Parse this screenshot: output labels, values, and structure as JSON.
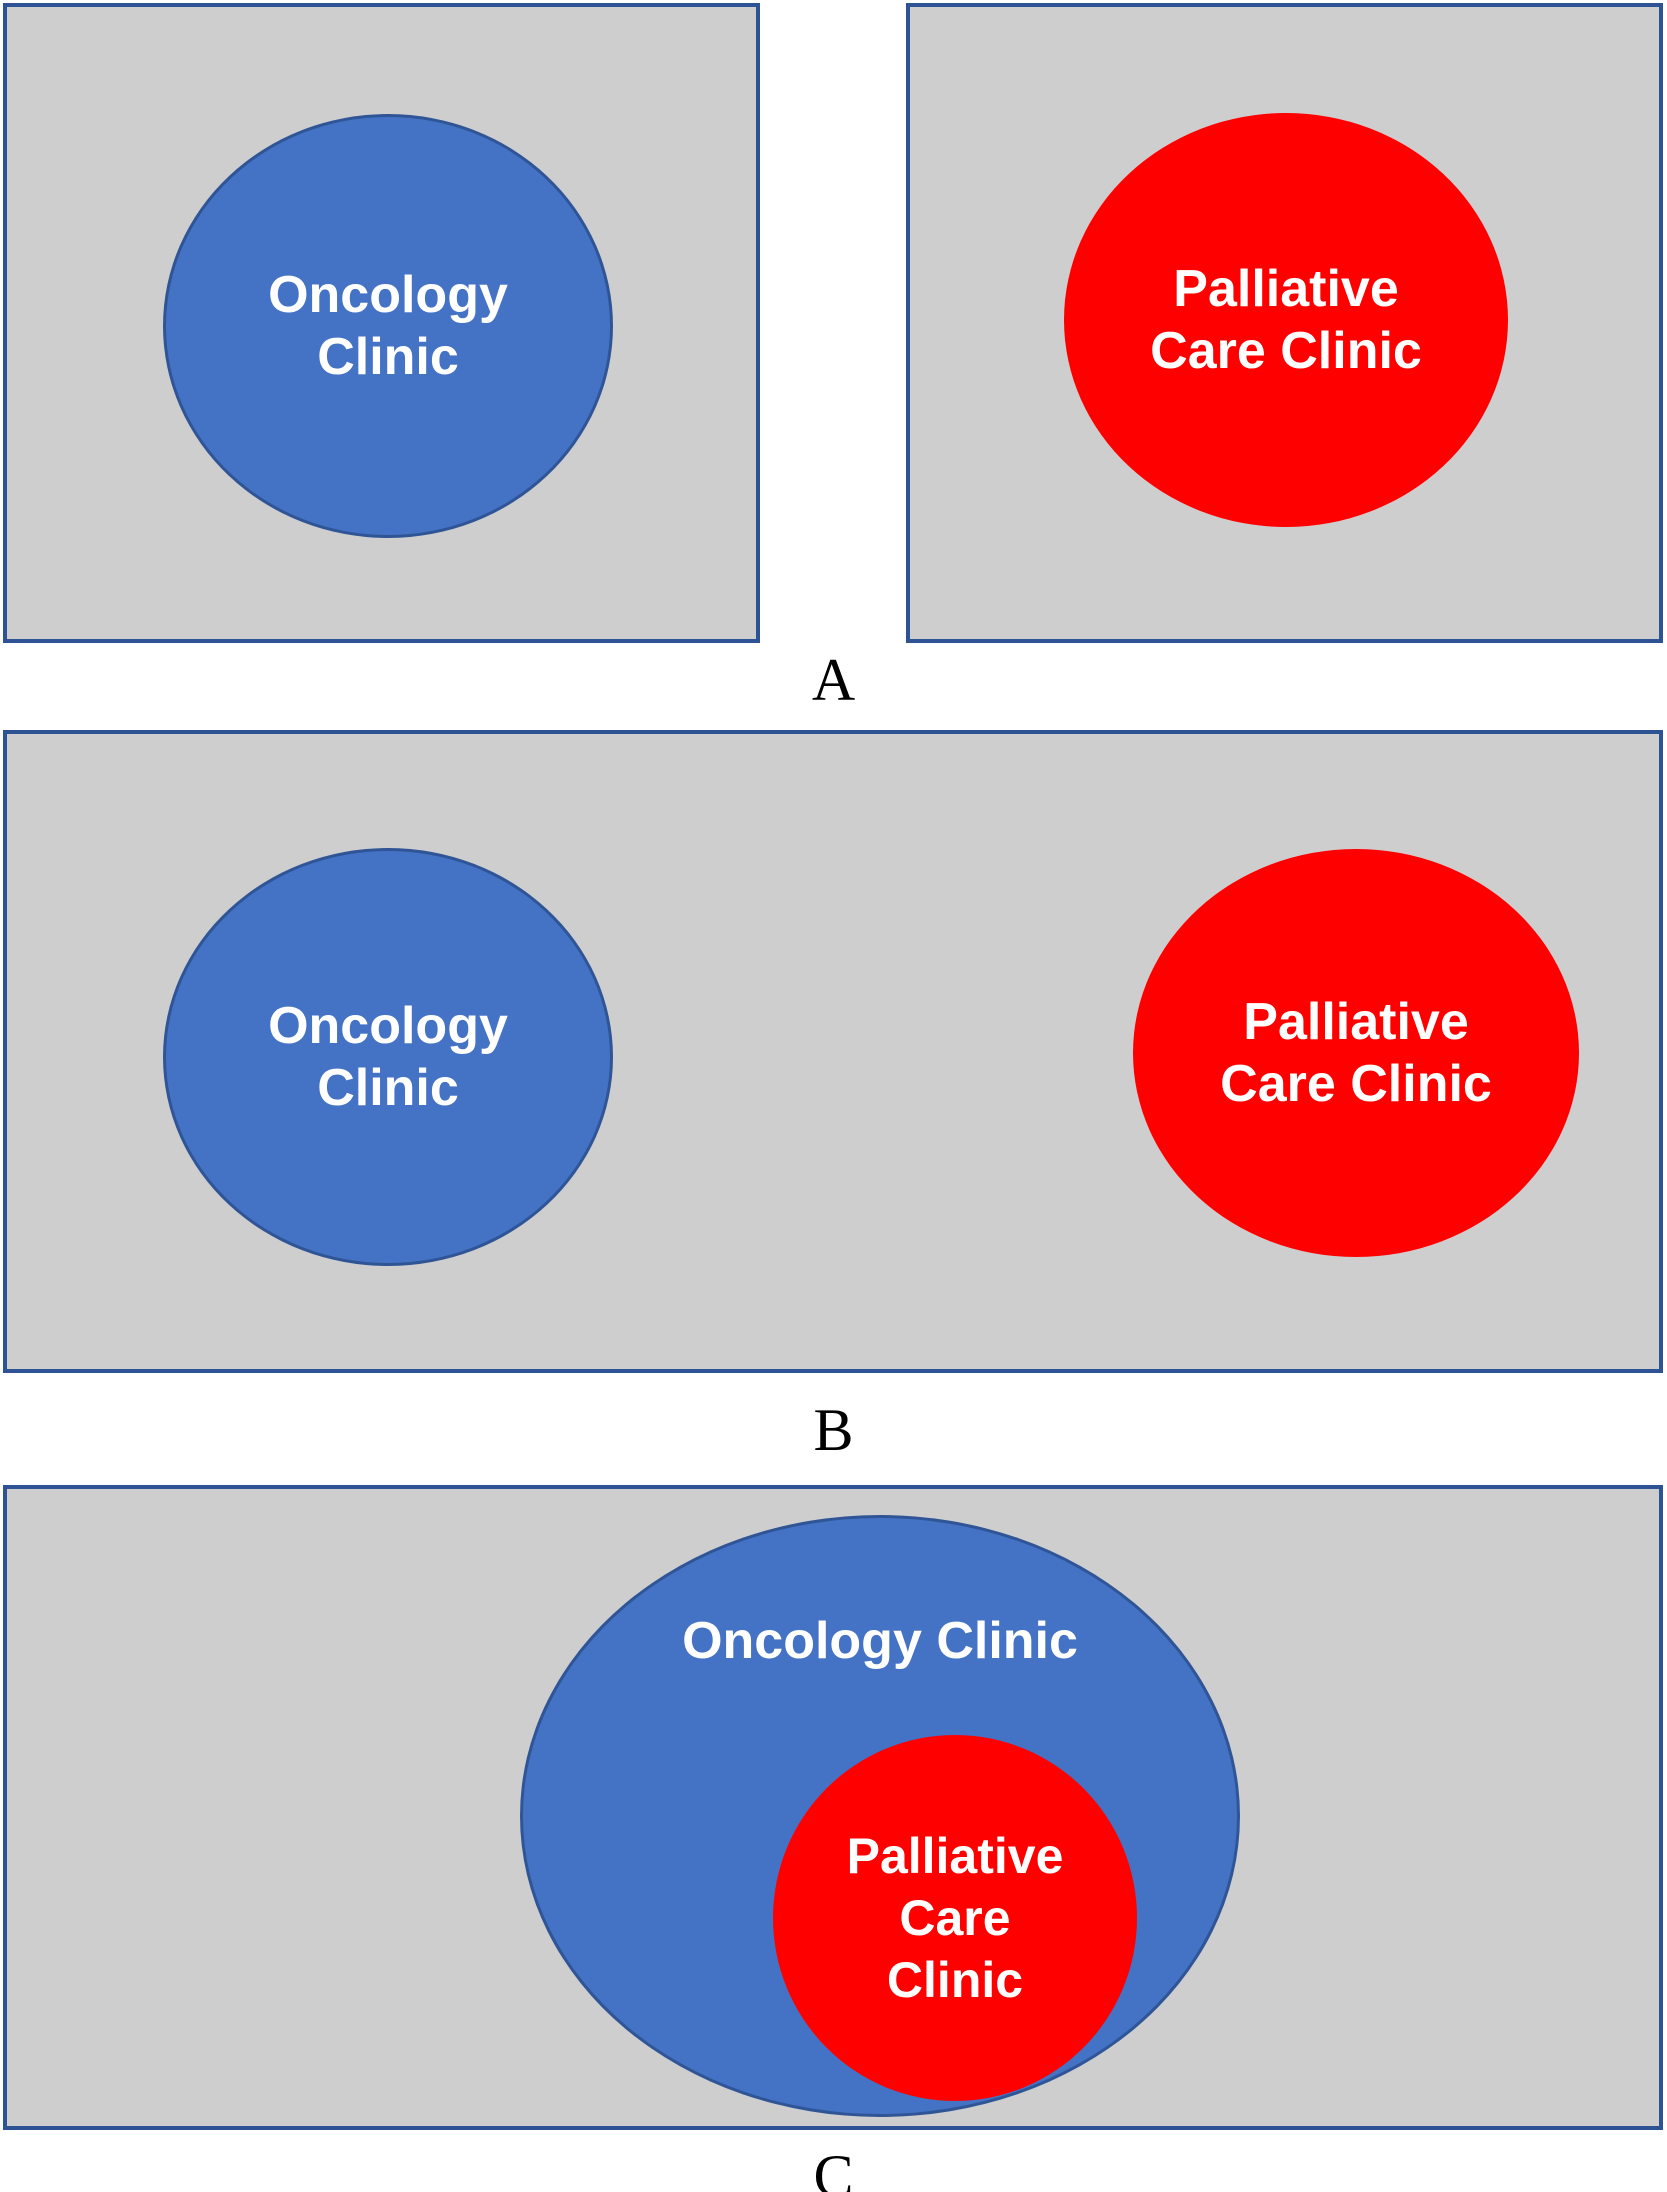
{
  "colors": {
    "panel_fill": "#CFCECE",
    "panel_border": "#2E5394",
    "oncology_fill": "#4472C4",
    "oncology_border": "#2F5597",
    "palliative_fill": "#FE0000",
    "label_text": "#FFFFFF",
    "panel_letter": "#000000"
  },
  "panels": [
    {
      "letter": "A",
      "oncology_label": "Oncology\nClinic",
      "palliative_label": "Palliative\nCare Clinic"
    },
    {
      "letter": "B",
      "oncology_label": "Oncology\nClinic",
      "palliative_label": "Palliative\nCare Clinic"
    },
    {
      "letter": "C",
      "oncology_label": "Oncology Clinic",
      "palliative_label": "Palliative\nCare\nClinic"
    }
  ]
}
